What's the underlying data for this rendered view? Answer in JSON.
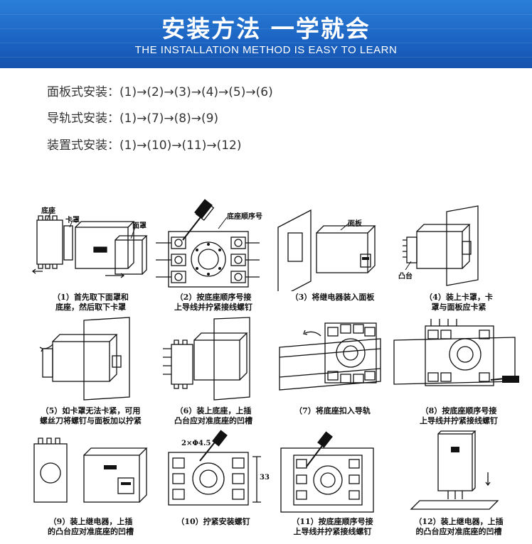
{
  "banner": {
    "title": "安装方法 一学就会",
    "subtitle": "THE INSTALLATION METHOD IS EASY TO LEARN",
    "color": "#1c63c2"
  },
  "methods": [
    {
      "label": "面板式安装：",
      "steps": "(1)→(2)→(3)→(4)→(5)→(6)"
    },
    {
      "label": "导轨式安装：",
      "steps": "(1)→(7)→(8)→(9)"
    },
    {
      "label": "装置式安装：",
      "steps": "(1)→(10)→(11)→(12)"
    }
  ],
  "diagrams": [
    {
      "caption1": "（1）首先取下面罩和",
      "caption2": "底座，然后取下卡罩",
      "labels": [
        "底座",
        "卡罩",
        "面罩"
      ]
    },
    {
      "caption1": "（2）按底座顺序号接",
      "caption2": "上导线并拧紧接线螺钉",
      "labels": [
        "底座顺序号"
      ]
    },
    {
      "caption1": "（3）将继电器装入面板",
      "caption2": "",
      "labels": [
        "面板"
      ]
    },
    {
      "caption1": "（4）装上卡罩，卡",
      "caption2": "罩与面板应卡紧",
      "labels": [
        "凸台"
      ]
    },
    {
      "caption1": "（5）如卡罩无法卡紧，可用",
      "caption2": "螺丝刀将螺钉与面板加以拧紧",
      "labels": []
    },
    {
      "caption1": "（6）装上底座，上插",
      "caption2": "凸台应对准底座的凹槽",
      "labels": []
    },
    {
      "caption1": "（7）将底座扣入导轨",
      "caption2": "",
      "labels": []
    },
    {
      "caption1": "（8）按底座顺序号接",
      "caption2": "上导线并拧紧接线螺钉",
      "labels": []
    },
    {
      "caption1": "（9）装上继电器，上插",
      "caption2": "的凸台应对准底座的凹槽",
      "labels": []
    },
    {
      "caption1": "（10）拧紧安装螺钉",
      "caption2": "",
      "labels": [
        "2×Φ4.5",
        "33"
      ]
    },
    {
      "caption1": "（11）按底座顺序号接",
      "caption2": "上导线并拧紧接线螺钉",
      "labels": []
    },
    {
      "caption1": "（12）装上继电器，上插",
      "caption2": "的凸台应对准底座的凹槽",
      "labels": []
    }
  ]
}
